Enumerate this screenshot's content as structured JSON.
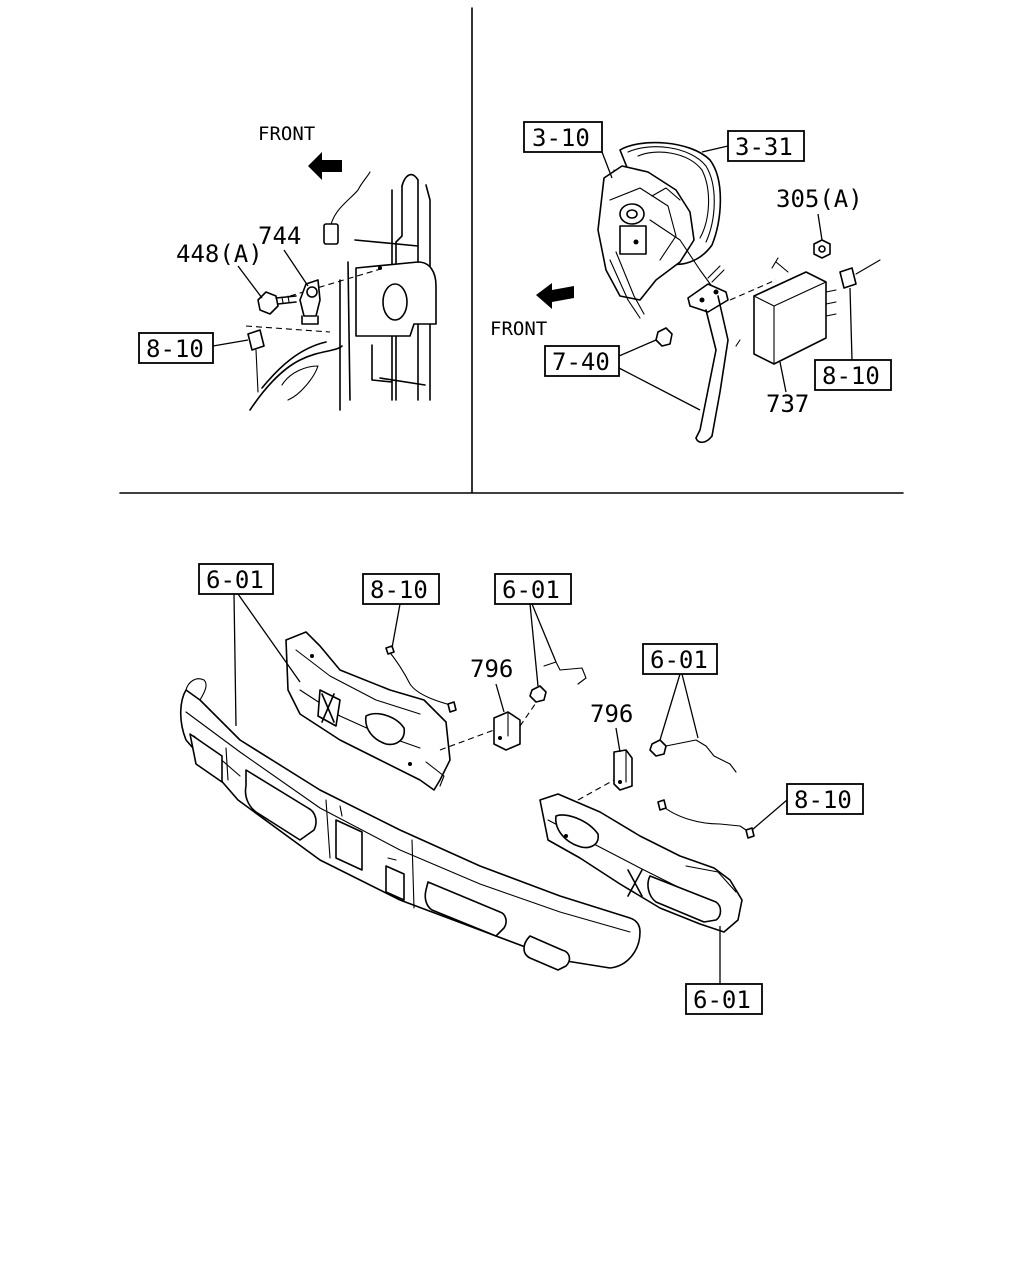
{
  "diagram": {
    "panel_top_left": {
      "front_label": "FRONT",
      "callouts": [
        {
          "id": "744",
          "text": "744",
          "boxed": false
        },
        {
          "id": "448a",
          "text": "448(A)",
          "boxed": false
        },
        {
          "id": "8-10",
          "text": "8-10",
          "boxed": true
        }
      ]
    },
    "panel_top_right": {
      "front_label": "FRONT",
      "callouts": [
        {
          "id": "3-10",
          "text": "3-10",
          "boxed": true
        },
        {
          "id": "3-31",
          "text": "3-31",
          "boxed": true
        },
        {
          "id": "305a",
          "text": "305(A)",
          "boxed": false
        },
        {
          "id": "7-40",
          "text": "7-40",
          "boxed": true
        },
        {
          "id": "8-10",
          "text": "8-10",
          "boxed": true
        },
        {
          "id": "737",
          "text": "737",
          "boxed": false
        }
      ]
    },
    "panel_bottom": {
      "callouts": [
        {
          "id": "6-01-a",
          "text": "6-01",
          "boxed": true
        },
        {
          "id": "8-10-a",
          "text": "8-10",
          "boxed": true
        },
        {
          "id": "6-01-b",
          "text": "6-01",
          "boxed": true
        },
        {
          "id": "796-a",
          "text": "796",
          "boxed": false
        },
        {
          "id": "6-01-c",
          "text": "6-01",
          "boxed": true
        },
        {
          "id": "796-b",
          "text": "796",
          "boxed": false
        },
        {
          "id": "8-10-b",
          "text": "8-10",
          "boxed": true
        },
        {
          "id": "6-01-d",
          "text": "6-01",
          "boxed": true
        }
      ]
    }
  }
}
